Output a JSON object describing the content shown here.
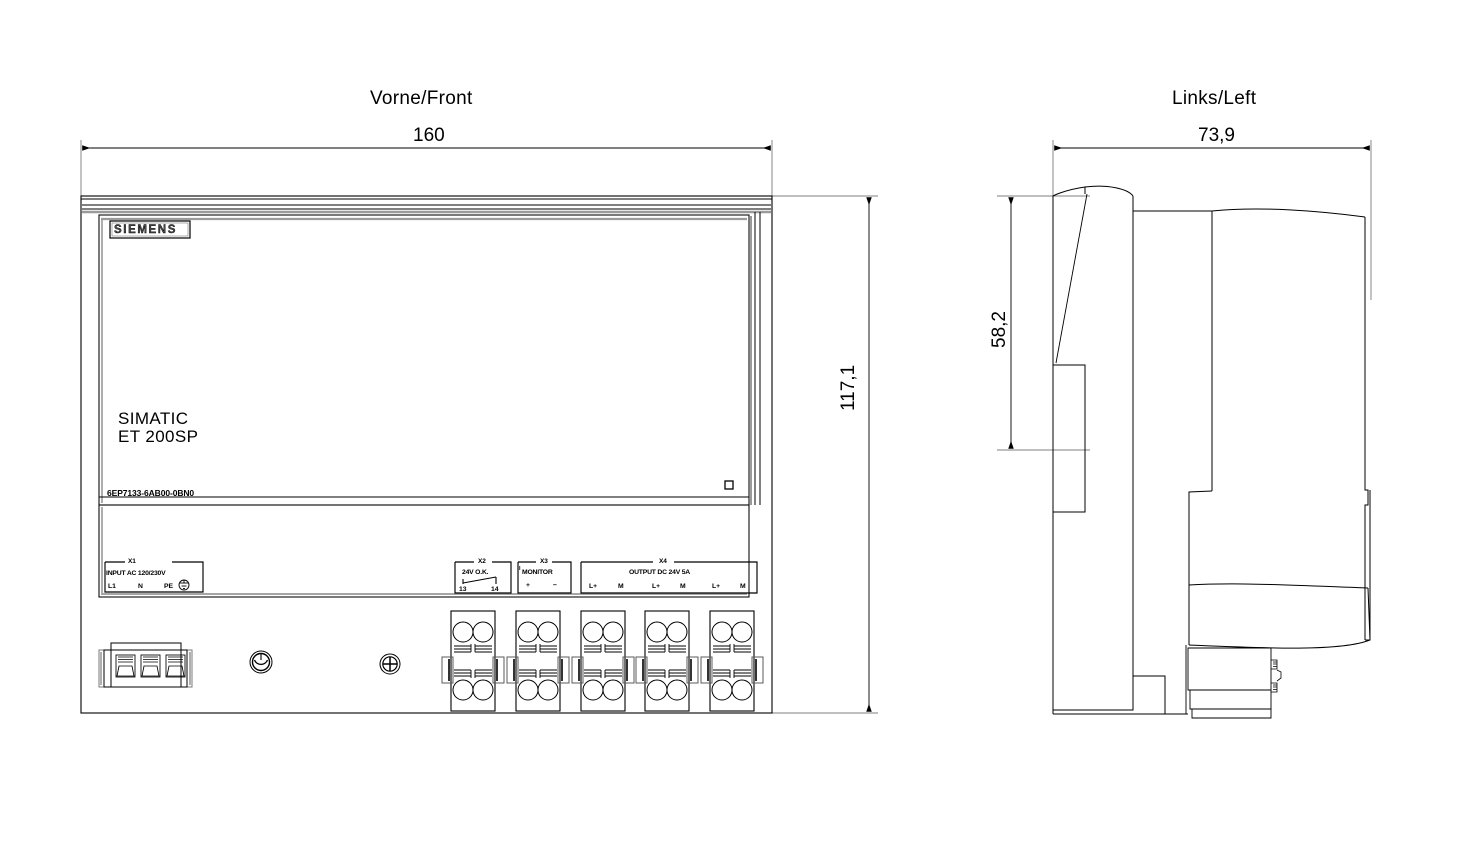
{
  "drawing": {
    "type": "dimensioned-mechanical-drawing",
    "background_color": "#ffffff",
    "line_color": "#000000",
    "views": [
      {
        "id": "front",
        "title": "Vorne/Front"
      },
      {
        "id": "left",
        "title": "Links/Left"
      }
    ]
  },
  "dimensions": {
    "front_width": "160",
    "front_height": "117,1",
    "side_width": "73,9",
    "side_partial_height": "58,2",
    "unit": "mm"
  },
  "device": {
    "brand": "SIEMENS",
    "product_family": "SIMATIC",
    "product_type": "ET 200SP",
    "order_number": "6EP7133-6AB00-0BN0",
    "indicator_led": "led-square"
  },
  "terminal_blocks": [
    {
      "id": "X1",
      "description": "INPUT AC 120/230V",
      "pins": [
        "L1",
        "N",
        "PE"
      ],
      "has_earth_symbol": true,
      "connector_style": "screw-terminal-3pos"
    },
    {
      "id": "X2",
      "description": "24V O.K.",
      "pins": [
        "13",
        "14"
      ],
      "has_contact_symbol": true,
      "connector_style": "push-in-2x2"
    },
    {
      "id": "X3",
      "description": "MONITOR",
      "prefix": "I",
      "pins": [
        "+",
        "−"
      ],
      "connector_style": "push-in-2x2"
    },
    {
      "id": "X4",
      "description": "OUTPUT DC 24V 5A",
      "pins": [
        "L+",
        "M",
        "L+",
        "M",
        "L+",
        "M"
      ],
      "connector_style": "push-in-2x2"
    }
  ],
  "front_controls": [
    {
      "name": "potentiometer",
      "shape": "round-knob"
    },
    {
      "name": "cross-head-screw",
      "shape": "phillips-screw"
    }
  ]
}
